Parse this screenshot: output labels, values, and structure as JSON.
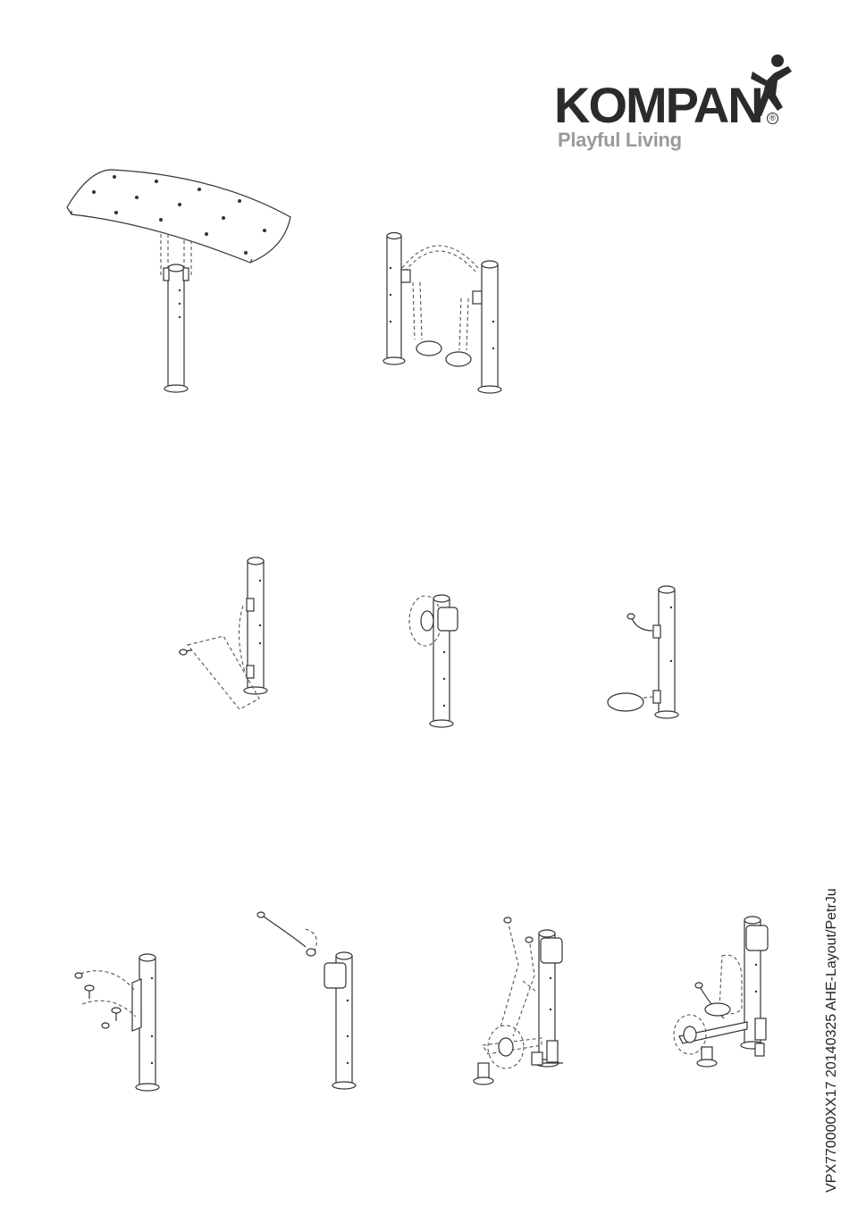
{
  "logo": {
    "wordmark": "KOMPAN",
    "registered": "®",
    "tagline": "Playful Living",
    "icon": "jumping-figure-icon"
  },
  "side_code": "VPX770000XX17 20140325 AHE-Layout/PetrJu",
  "colors": {
    "ink": "#2b2b2b",
    "tagline": "#9a9a9a",
    "line": "#333333"
  }
}
